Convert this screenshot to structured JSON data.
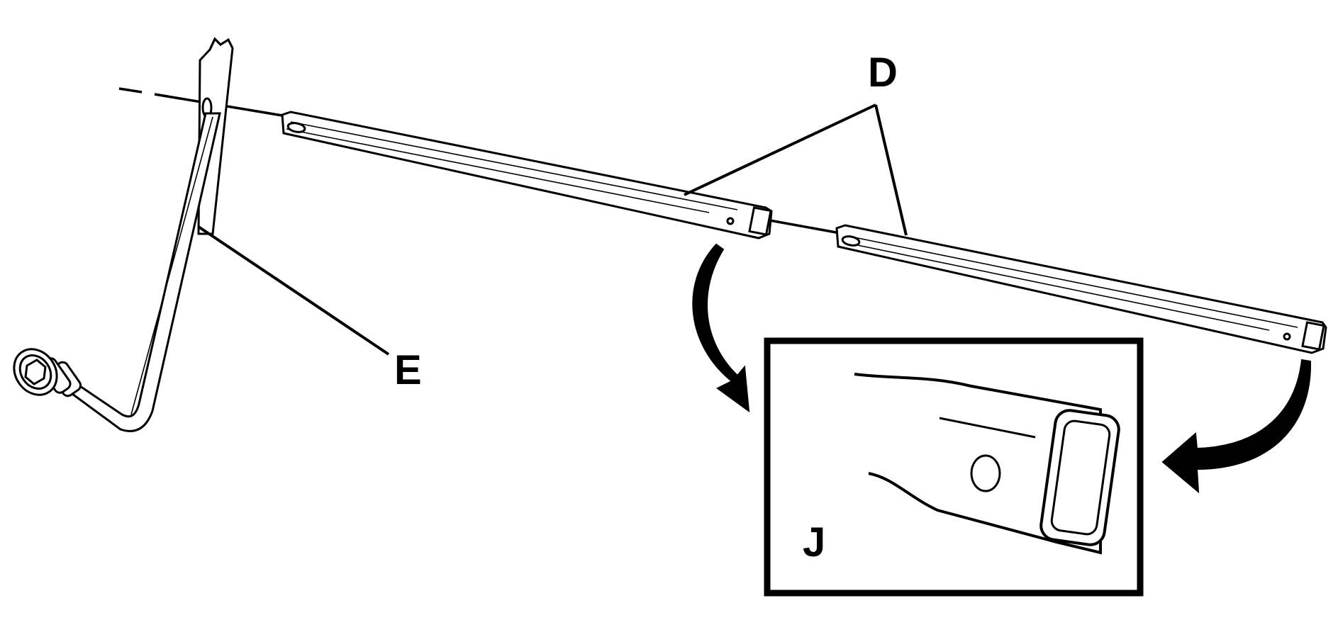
{
  "labels": {
    "d": "D",
    "e": "E",
    "j": "J"
  },
  "colors": {
    "line": "#000000",
    "background": "#ffffff"
  }
}
